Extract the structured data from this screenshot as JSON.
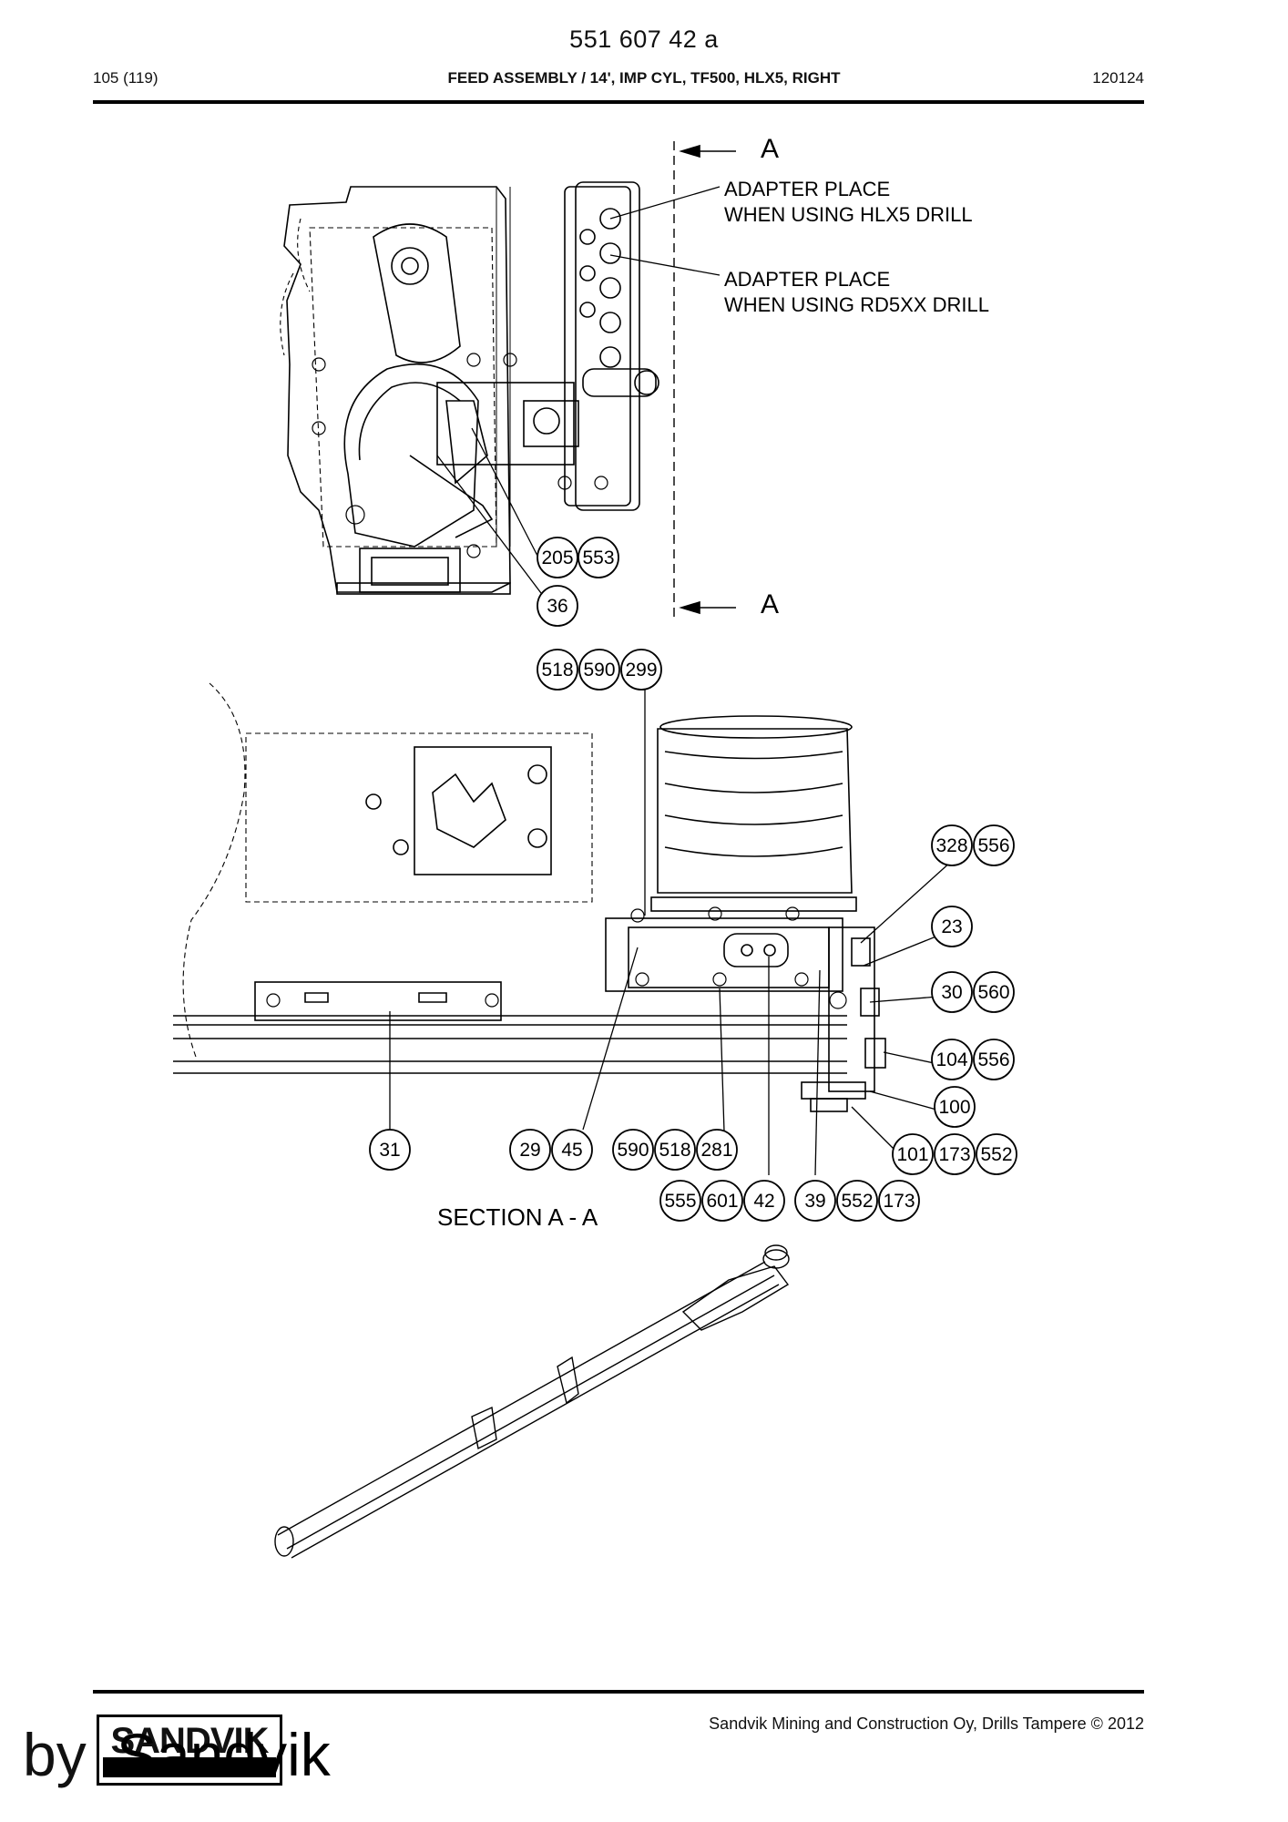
{
  "header": {
    "doc_number": "551 607 42 a",
    "page": "105 (119)",
    "title": "FEED ASSEMBLY / 14', IMP CYL, TF500, HLX5, RIGHT",
    "date": "120124"
  },
  "top_view": {
    "section_marker_top": "A",
    "section_marker_bottom": "A",
    "note_hlx5_line1": "ADAPTER PLACE",
    "note_hlx5_line2": "WHEN USING HLX5 DRILL",
    "note_rd5xx_line1": "ADAPTER PLACE",
    "note_rd5xx_line2": "WHEN USING RD5XX DRILL",
    "callouts": [
      "205",
      "553",
      "36"
    ]
  },
  "section_view": {
    "section_label": "SECTION  A - A",
    "callouts": [
      "518",
      "590",
      "299",
      "328",
      "556",
      "23",
      "30",
      "560",
      "104",
      "556",
      "100",
      "101",
      "173",
      "552",
      "31",
      "29",
      "45",
      "590",
      "518",
      "281",
      "555",
      "601",
      "42",
      "39",
      "552",
      "173"
    ]
  },
  "footer": {
    "copyright": "Sandvik Mining and Construction Oy, Drills Tampere © 2012",
    "logo_text": "SANDVIK",
    "by_text": "by",
    "redacted_text": "Sandvik"
  }
}
